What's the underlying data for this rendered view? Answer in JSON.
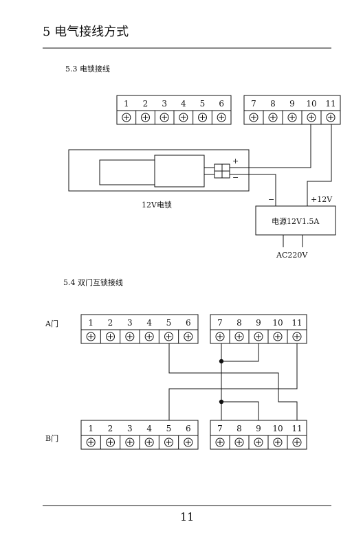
{
  "header": {
    "title": "5 电气接线方式"
  },
  "section_53": {
    "title": "5.3 电锁接线",
    "block_left_terminals": [
      "1",
      "2",
      "3",
      "4",
      "5",
      "6"
    ],
    "block_right_terminals": [
      "7",
      "8",
      "9",
      "10",
      "11"
    ],
    "plus_sign": "+",
    "minus_sign": "−",
    "lock_label": "12V电锁",
    "psu_label": "电源12V1.5A",
    "psu_minus": "−",
    "psu_plus": "+12V",
    "ac_label": "AC220V"
  },
  "section_54": {
    "title": "5.4 双门互锁接线",
    "door_a_label": "A门",
    "door_b_label": "B门",
    "block_left_terminals": [
      "1",
      "2",
      "3",
      "4",
      "5",
      "6"
    ],
    "block_right_terminals": [
      "7",
      "8",
      "9",
      "10",
      "11"
    ]
  },
  "footer": {
    "page_number": "11"
  },
  "colors": {
    "line": "#111111",
    "background": "#ffffff"
  }
}
